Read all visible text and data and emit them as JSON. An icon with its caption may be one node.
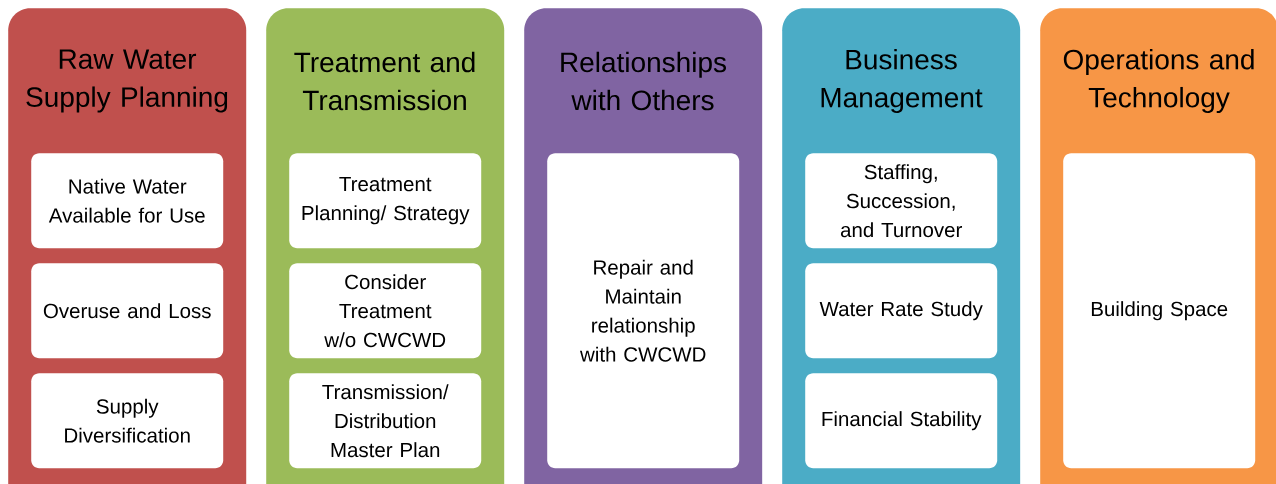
{
  "diagram": {
    "nodes": [
      {
        "text": [
          "Raw Water Supply Planning"
        ]
      },
      {
        "text": [
          "Native Water Available for Use"
        ],
        "in": 0
      },
      {
        "text": [
          "Overuse and Loss"
        ],
        "in": 0
      },
      {
        "text": [
          "Supply Diversification"
        ],
        "in": 0
      },
      {
        "text": [
          "Treatment and Transmission"
        ]
      },
      {
        "text": [
          "Treatment Planning/ Strategy"
        ],
        "in": 4
      },
      {
        "text": [
          "Consider Treatment w/o CWCWD"
        ],
        "in": 4
      },
      {
        "text": [
          "Transmission/ Distribution Master Plan"
        ],
        "in": 4
      },
      {
        "text": [
          "Relationships with Others"
        ]
      },
      {
        "text": [
          "Repair and Maintain relationship with CWCWD"
        ],
        "in": 8
      },
      {
        "text": [
          "Business Management"
        ]
      },
      {
        "text": [
          "Staffing, Succession, and Turnover"
        ],
        "in": 10
      },
      {
        "text": [
          "Water Rate Study"
        ],
        "in": 10
      },
      {
        "text": [
          "Financial Stability"
        ],
        "in": 10
      },
      {
        "text": [
          "Operations and Technology"
        ]
      },
      {
        "text": [
          "Building Space"
        ],
        "in": 14
      }
    ]
  }
}
